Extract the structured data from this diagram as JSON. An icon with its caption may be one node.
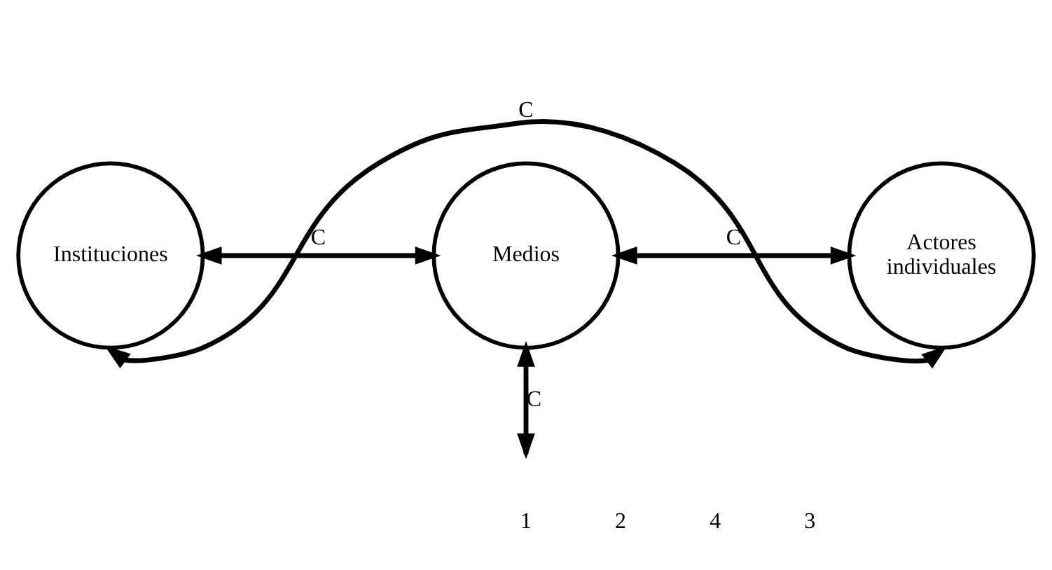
{
  "diagram": {
    "nodes": [
      {
        "text": [
          "Instituciones"
        ]
      },
      {
        "text": [
          "Medios"
        ]
      },
      {
        "text": [
          "Actores individuales"
        ]
      }
    ],
    "edges": [
      {
        "from": 0,
        "to": 1,
        "arrow": "both",
        "label": "C"
      },
      {
        "from": 1,
        "to": 2,
        "arrow": "both",
        "label": "C"
      },
      {
        "from": 0,
        "to": 2,
        "arrow": "both",
        "label": "C"
      },
      {
        "from": 1,
        "to": null,
        "arrow": "both",
        "label": "C"
      }
    ],
    "labels": [
      "1",
      "2",
      "4",
      "3"
    ]
  }
}
